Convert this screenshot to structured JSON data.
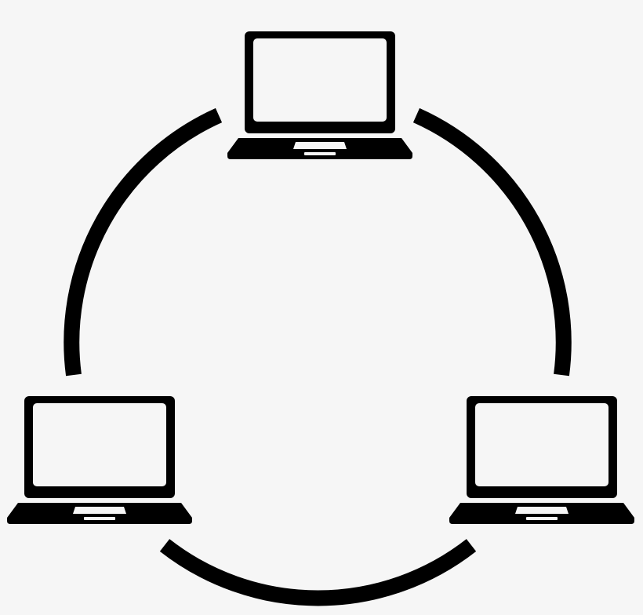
{
  "colors": {
    "background": "#f6f6f6",
    "stroke": "#000000",
    "screen": "#f6f6f6"
  },
  "icon": {
    "name": "computer-network-icon",
    "nodes": [
      {
        "name": "laptop-top-icon"
      },
      {
        "name": "laptop-bottom-left-icon"
      },
      {
        "name": "laptop-bottom-right-icon"
      }
    ],
    "connections": [
      {
        "name": "ring-arc-right"
      },
      {
        "name": "ring-arc-bottom"
      },
      {
        "name": "ring-arc-left"
      }
    ]
  }
}
